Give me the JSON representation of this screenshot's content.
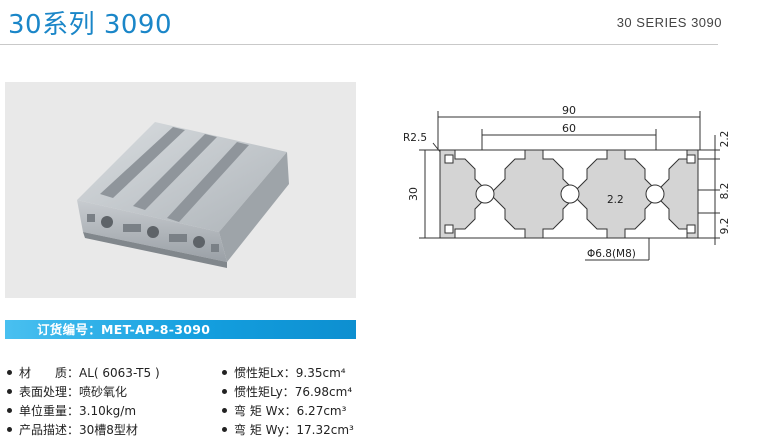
{
  "header": {
    "title": "30系列 3090",
    "series_label": "30 SERIES 3090"
  },
  "order": {
    "label": "订货编号：MET-AP-8-3090"
  },
  "specs_left": [
    {
      "label": "材　　质：",
      "value": "AL( 6063-T5 )"
    },
    {
      "label": "表面处理：",
      "value": "喷砂氧化"
    },
    {
      "label": "单位重量：",
      "value": "3.10kg/m"
    },
    {
      "label": "产品描述：",
      "value": "30槽8型材"
    }
  ],
  "specs_right": [
    {
      "label": "惯性矩Lx：",
      "value": "9.35cm⁴"
    },
    {
      "label": "惯性矩Ly：",
      "value": "76.98cm⁴"
    },
    {
      "label": "弯 矩 Wx：",
      "value": "6.27cm³"
    },
    {
      "label": "弯 矩 Wy：",
      "value": "17.32cm³"
    }
  ],
  "drawing": {
    "dim_90": "90",
    "dim_60": "60",
    "dim_r": "R2.5",
    "dim_30": "30",
    "dim_22_inner": "2.2",
    "dim_hole": "Φ6.8(M8)",
    "dim_right_1": "2.2",
    "dim_right_2": "8.2",
    "dim_right_3": "9.2"
  },
  "colors": {
    "title": "#1a86c8",
    "order_bar": "#149fdf",
    "photo_bg": "#e9e9e9"
  }
}
